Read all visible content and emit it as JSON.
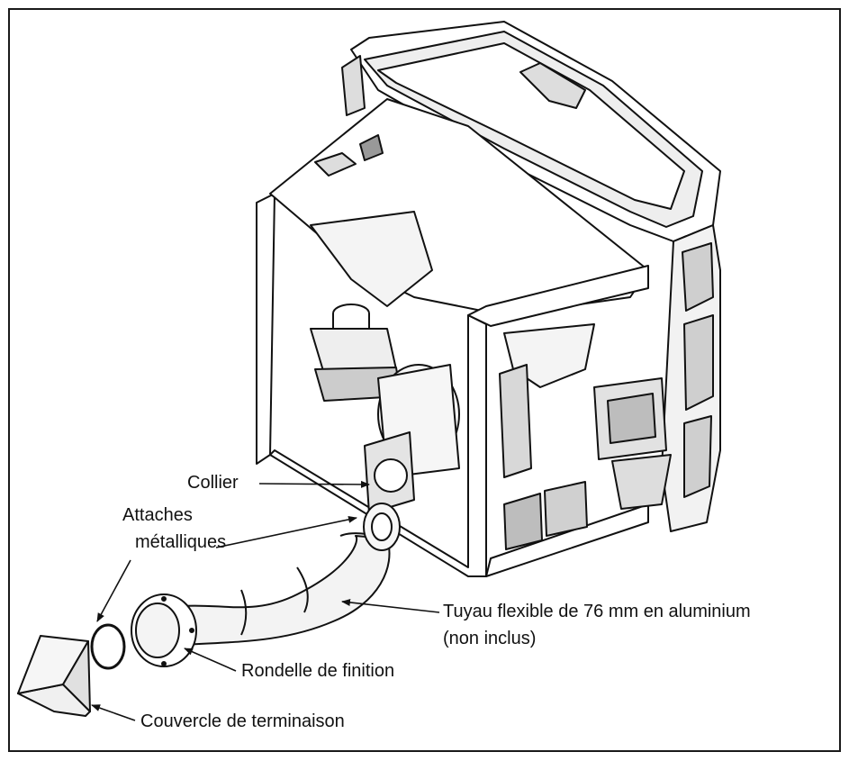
{
  "labels": {
    "collar": "Collier",
    "clamps_line1": "Attaches",
    "clamps_line2": "métalliques",
    "hose_line1": "Tuyau flexible de 76 mm en aluminium",
    "hose_line2": "(non inclus)",
    "trim_ring": "Rondelle de finition",
    "cap": "Couvercle de terminaison"
  },
  "colors": {
    "stroke": "#111111",
    "fill": "#ffffff",
    "shade": "#d9d9d9",
    "dark": "#4a4a4a"
  }
}
